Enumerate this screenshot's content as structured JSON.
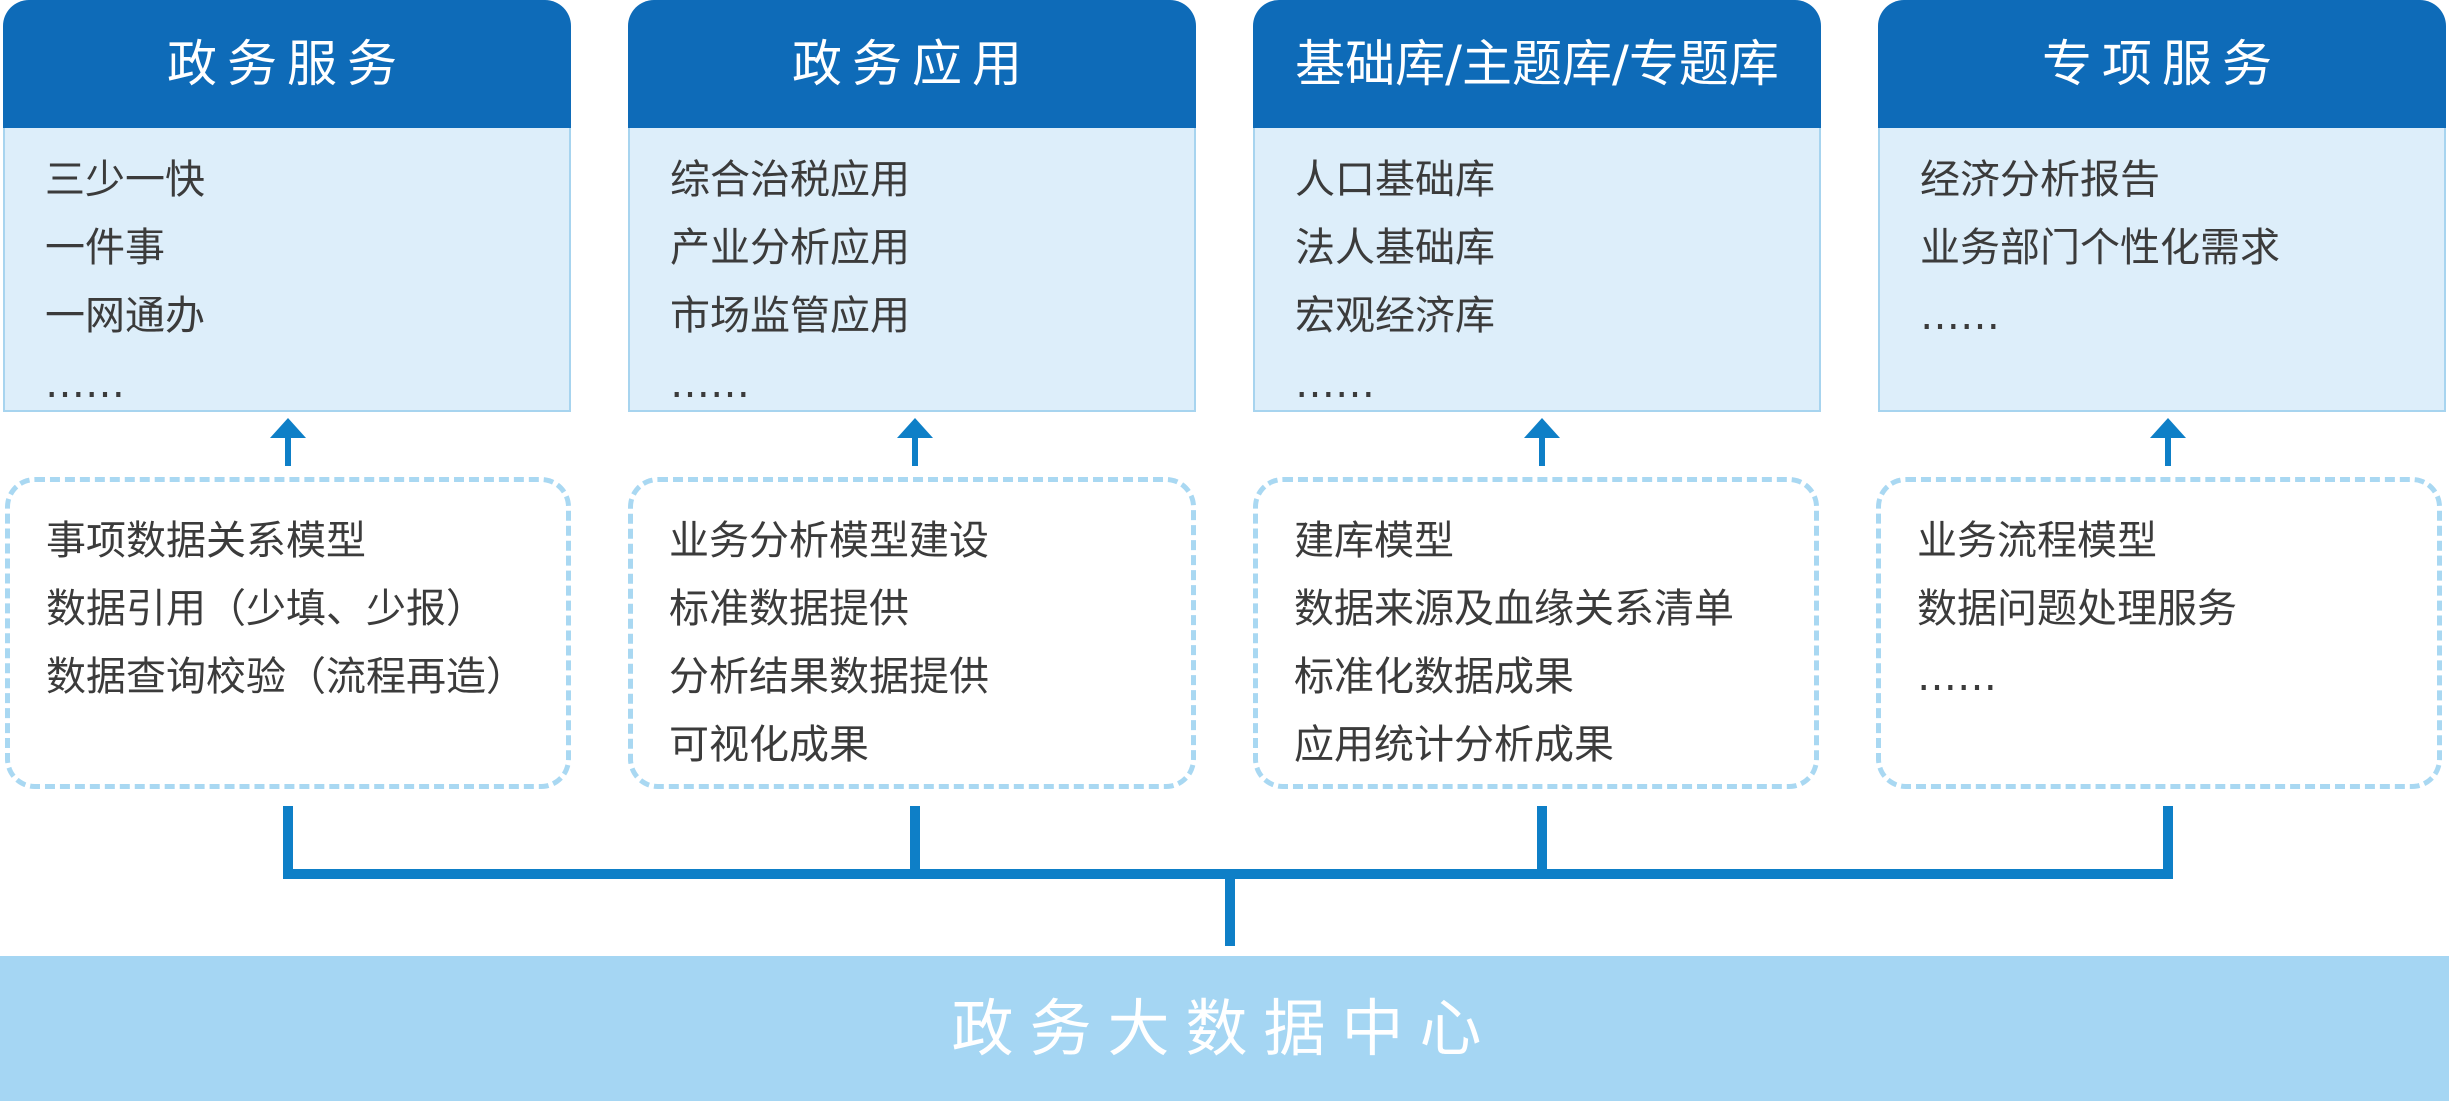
{
  "columns": [
    {
      "title": "政务服务",
      "items": [
        "三少一快",
        "一件事",
        "一网通办",
        "……"
      ],
      "models": [
        "事项数据关系模型",
        "数据引用（少填、少报）",
        "数据查询校验（流程再造）"
      ]
    },
    {
      "title": "政务应用",
      "items": [
        "综合治税应用",
        "产业分析应用",
        "市场监管应用",
        "……"
      ],
      "models": [
        "业务分析模型建设",
        "标准数据提供",
        "分析结果数据提供",
        "可视化成果"
      ]
    },
    {
      "title": "基础库/主题库/专题库",
      "items": [
        "人口基础库",
        "法人基础库",
        "宏观经济库",
        "……"
      ],
      "models": [
        "建库模型",
        "数据来源及血缘关系清单",
        "标准化数据成果",
        "应用统计分析成果"
      ]
    },
    {
      "title": "专项服务",
      "items": [
        "经济分析报告",
        "业务部门个性化需求",
        "……"
      ],
      "models": [
        "业务流程模型",
        "数据问题处理服务",
        "……"
      ]
    }
  ],
  "center": {
    "title": "政务大数据中心"
  },
  "colors": {
    "header": "#0e6bb8",
    "panel": "#ddeefa",
    "panel_border": "#a7d4ef",
    "dashed_border": "#a9d8f2",
    "connector": "#0e7fc7",
    "center_bar": "#a5d6f3"
  }
}
